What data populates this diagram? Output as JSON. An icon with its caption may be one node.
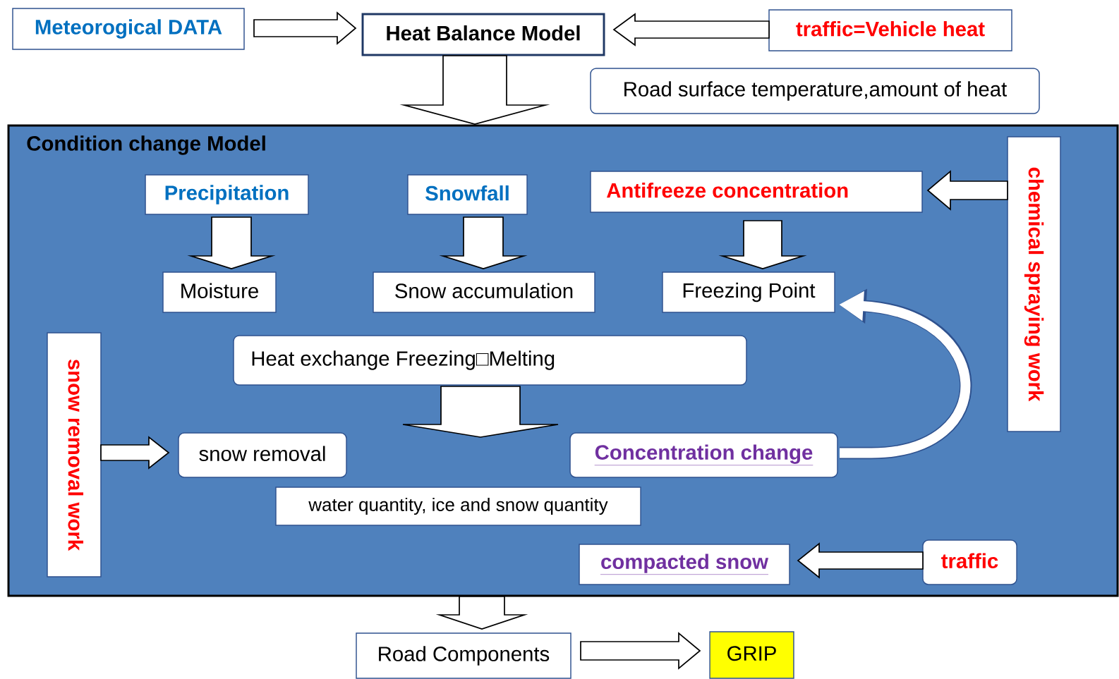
{
  "diagram": {
    "nodes": [
      {
        "text": [
          "Meteorogical DATA"
        ]
      },
      {
        "text": [
          "Heat Balance Model"
        ]
      },
      {
        "text": [
          "traffic=Vehicle heat"
        ]
      },
      {
        "text": [
          "Road surface temperature,amount of heat"
        ]
      },
      {
        "text": [
          "Condition change Model"
        ]
      },
      {
        "text": [
          "Precipitation"
        ],
        "in": 4
      },
      {
        "text": [
          "Snowfall"
        ],
        "in": 4
      },
      {
        "text": [
          "Antifreeze concentration"
        ],
        "in": 4
      },
      {
        "text": [
          "chemical spraying work"
        ],
        "in": 4
      },
      {
        "text": [
          "Moisture"
        ],
        "in": 4
      },
      {
        "text": [
          "Snow accumulation"
        ],
        "in": 4
      },
      {
        "text": [
          "Freezing Point"
        ],
        "in": 4
      },
      {
        "text": [
          "snow removal work"
        ],
        "in": 4
      },
      {
        "text": [
          "Heat exchange Freezing□Melting"
        ],
        "in": 4
      },
      {
        "text": [
          "snow removal"
        ],
        "in": 4
      },
      {
        "text": [
          "Concentration change"
        ],
        "in": 4
      },
      {
        "text": [
          "water quantity, ice and snow quantity"
        ],
        "in": 4
      },
      {
        "text": [
          "compacted snow"
        ],
        "in": 4
      },
      {
        "text": [
          "traffic"
        ],
        "in": 4
      },
      {
        "text": [
          "Road Components"
        ]
      },
      {
        "text": [
          "GRIP"
        ]
      }
    ],
    "edges": [
      {
        "from": 0,
        "to": 1,
        "arrow": "to"
      },
      {
        "from": 2,
        "to": 1,
        "arrow": "to"
      },
      {
        "from": 1,
        "to": 4,
        "arrow": "to"
      },
      {
        "from": 5,
        "to": 9,
        "arrow": "to"
      },
      {
        "from": 6,
        "to": 10,
        "arrow": "to"
      },
      {
        "from": 7,
        "to": 11,
        "arrow": "to"
      },
      {
        "from": 8,
        "to": 7,
        "arrow": "to"
      },
      {
        "from": 12,
        "to": 14,
        "arrow": "to"
      },
      {
        "from": 13,
        "to": null,
        "arrow": "to"
      },
      {
        "from": 15,
        "to": 11,
        "arrow": "to"
      },
      {
        "from": 18,
        "to": 17,
        "arrow": "to"
      },
      {
        "from": 4,
        "to": 19,
        "arrow": "to"
      },
      {
        "from": 19,
        "to": 20,
        "arrow": "to"
      }
    ]
  }
}
